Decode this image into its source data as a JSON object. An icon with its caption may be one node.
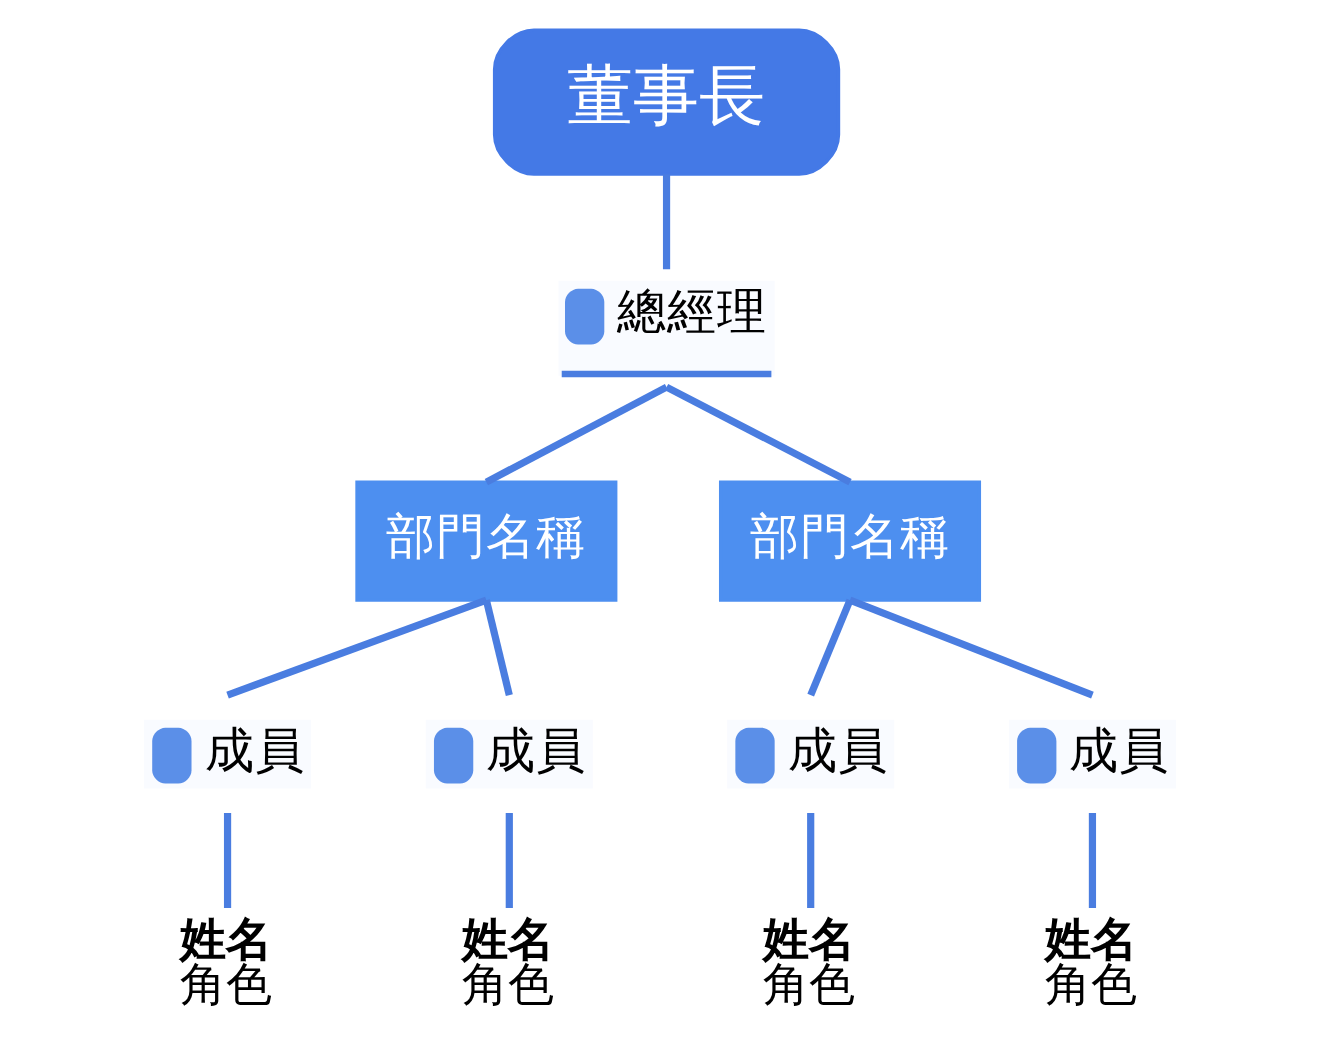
{
  "diagram": {
    "nodes": [
      {
        "text": [
          "董事長"
        ]
      },
      {
        "text": [
          "總經理"
        ]
      },
      {
        "text": [
          "部門名稱"
        ]
      },
      {
        "text": [
          "部門名稱"
        ]
      },
      {
        "text": [
          "成員"
        ]
      },
      {
        "text": [
          "成員"
        ]
      },
      {
        "text": [
          "成員"
        ]
      },
      {
        "text": [
          "成員"
        ]
      },
      {
        "text": [
          "姓名",
          "角色"
        ]
      },
      {
        "text": [
          "姓名",
          "角色"
        ]
      },
      {
        "text": [
          "姓名",
          "角色"
        ]
      },
      {
        "text": [
          "姓名",
          "角色"
        ]
      }
    ],
    "edges": [
      {
        "from": 0,
        "to": 1,
        "arrow": "none"
      },
      {
        "from": 1,
        "to": 2,
        "arrow": "none"
      },
      {
        "from": 1,
        "to": 3,
        "arrow": "none"
      },
      {
        "from": 2,
        "to": 4,
        "arrow": "none"
      },
      {
        "from": 2,
        "to": 5,
        "arrow": "none"
      },
      {
        "from": 3,
        "to": 6,
        "arrow": "none"
      },
      {
        "from": 3,
        "to": 7,
        "arrow": "none"
      },
      {
        "from": 4,
        "to": 8,
        "arrow": "none"
      },
      {
        "from": 5,
        "to": 9,
        "arrow": "none"
      },
      {
        "from": 6,
        "to": 10,
        "arrow": "none"
      },
      {
        "from": 7,
        "to": 11,
        "arrow": "none"
      }
    ]
  }
}
